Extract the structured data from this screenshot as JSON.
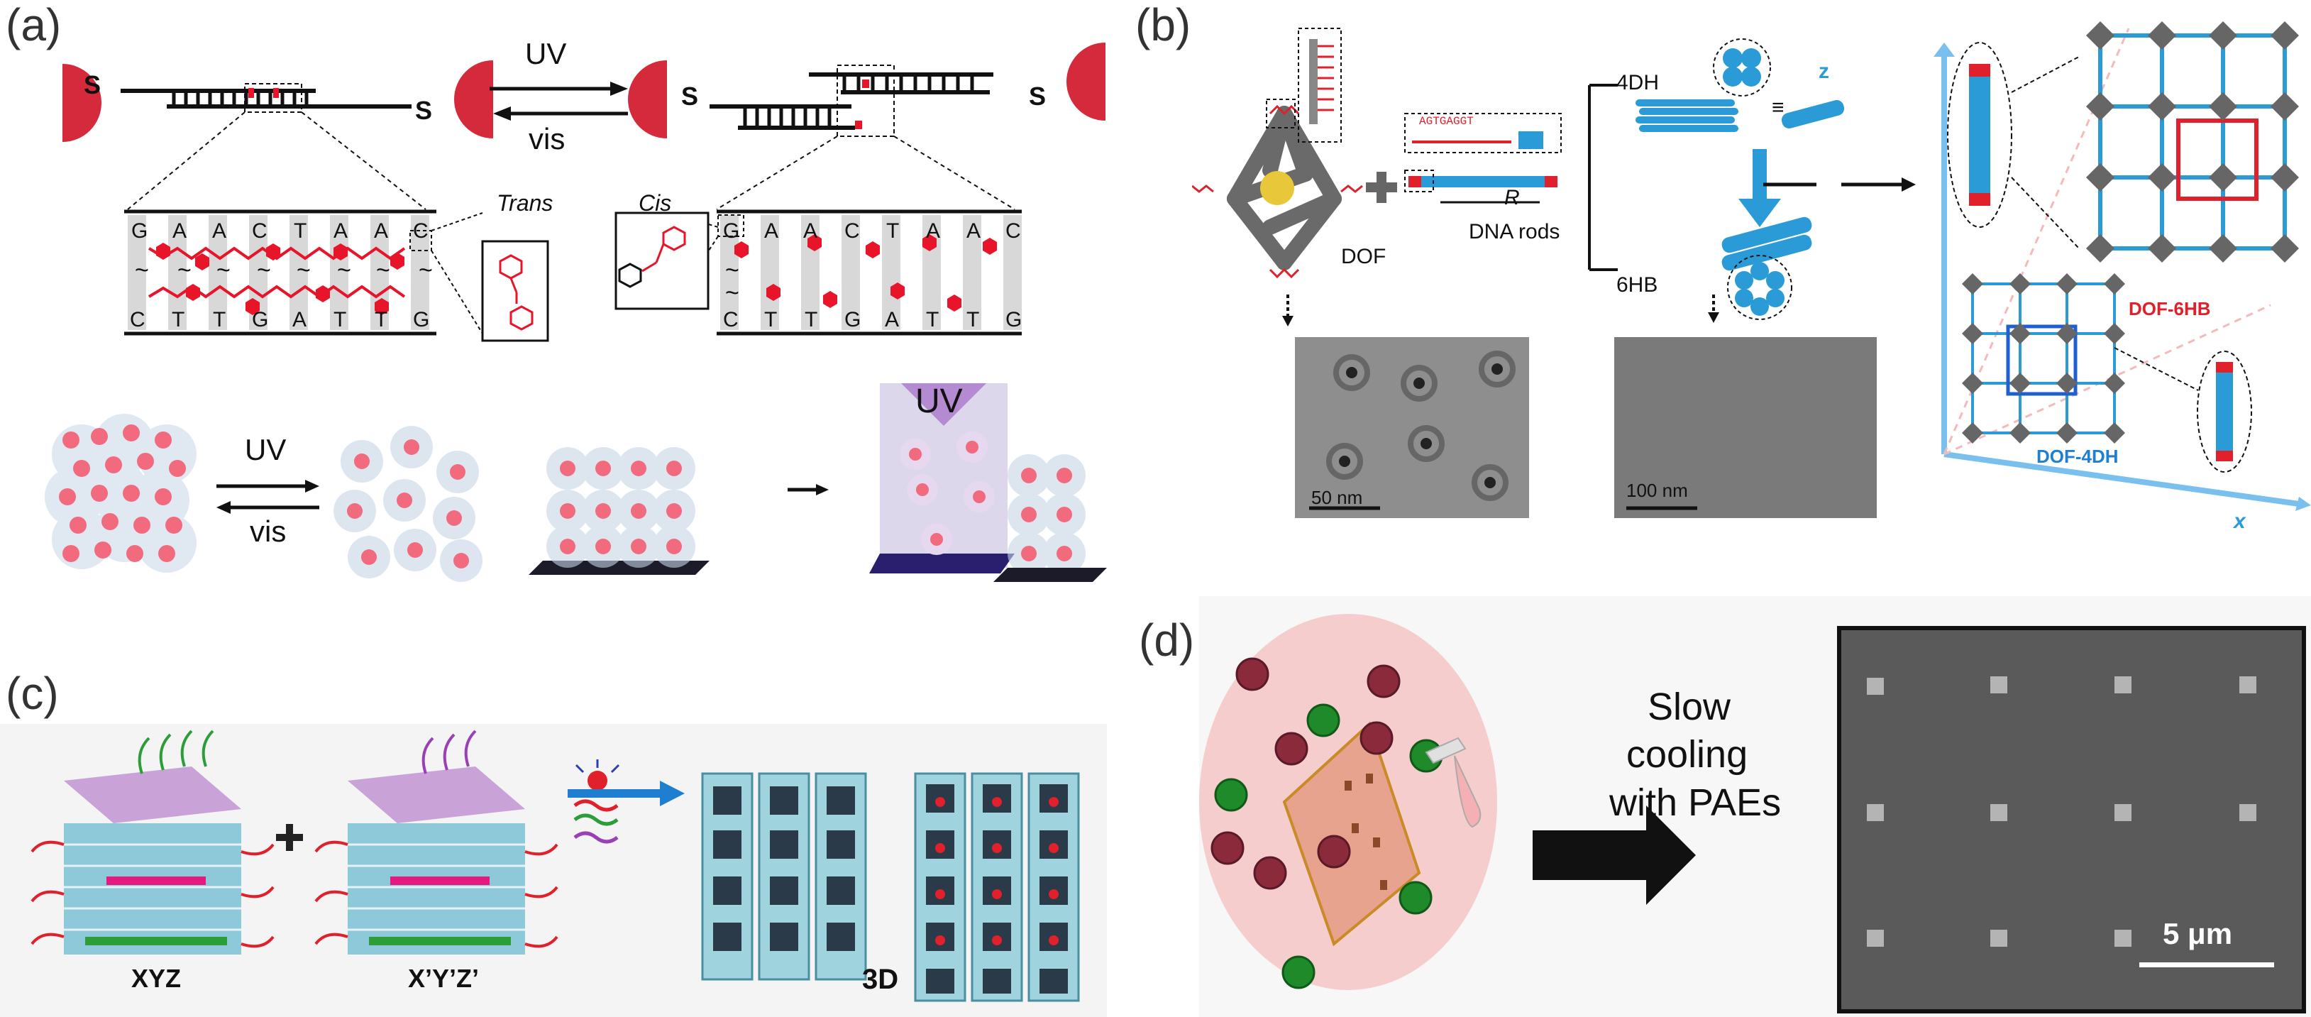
{
  "panels": {
    "a": {
      "label": "(a)",
      "s_letter": "S",
      "uv": "UV",
      "vis": "vis",
      "trans": "Trans",
      "cis": "Cis",
      "seq_top": [
        "G",
        "A",
        "A",
        "C",
        "T",
        "A",
        "A",
        "C"
      ],
      "seq_bottom": [
        "C",
        "T",
        "T",
        "G",
        "A",
        "T",
        "T",
        "G"
      ],
      "uv2": "UV",
      "vis2": "vis",
      "uv3": "UV"
    },
    "b": {
      "label": "(b)",
      "dof": "DOF",
      "dna_rods": "DNA rods",
      "r": "R",
      "h4": "4DH",
      "h6": "6HB",
      "equiv": "≡",
      "seq": "AGTGAGGT",
      "scale1": "50 nm",
      "scale2": "100 nm",
      "axis_z": "z",
      "axis_x": "x",
      "dof6hb": "DOF-6HB",
      "dof4dh": "DOF-4DH"
    },
    "c": {
      "label": "(c)",
      "plus": "+",
      "xyz": "XYZ",
      "xyz2": "X’Y’Z’",
      "three_d": "3D"
    },
    "d": {
      "label": "(d)",
      "line1": "Slow",
      "line2": "cooling",
      "line3": "with PAEs",
      "scale": "5 μm"
    }
  },
  "colors": {
    "np_red": "#d42a3c",
    "azo_red": "#e8142a",
    "rod_blue": "#2a9bd6",
    "lattice_red": "#e0202a",
    "lattice_blue": "#1f7fd0",
    "arrow_blue": "#1e7fd1",
    "green_particle": "#1e8a2a",
    "maroon_particle": "#8a2a3a"
  }
}
